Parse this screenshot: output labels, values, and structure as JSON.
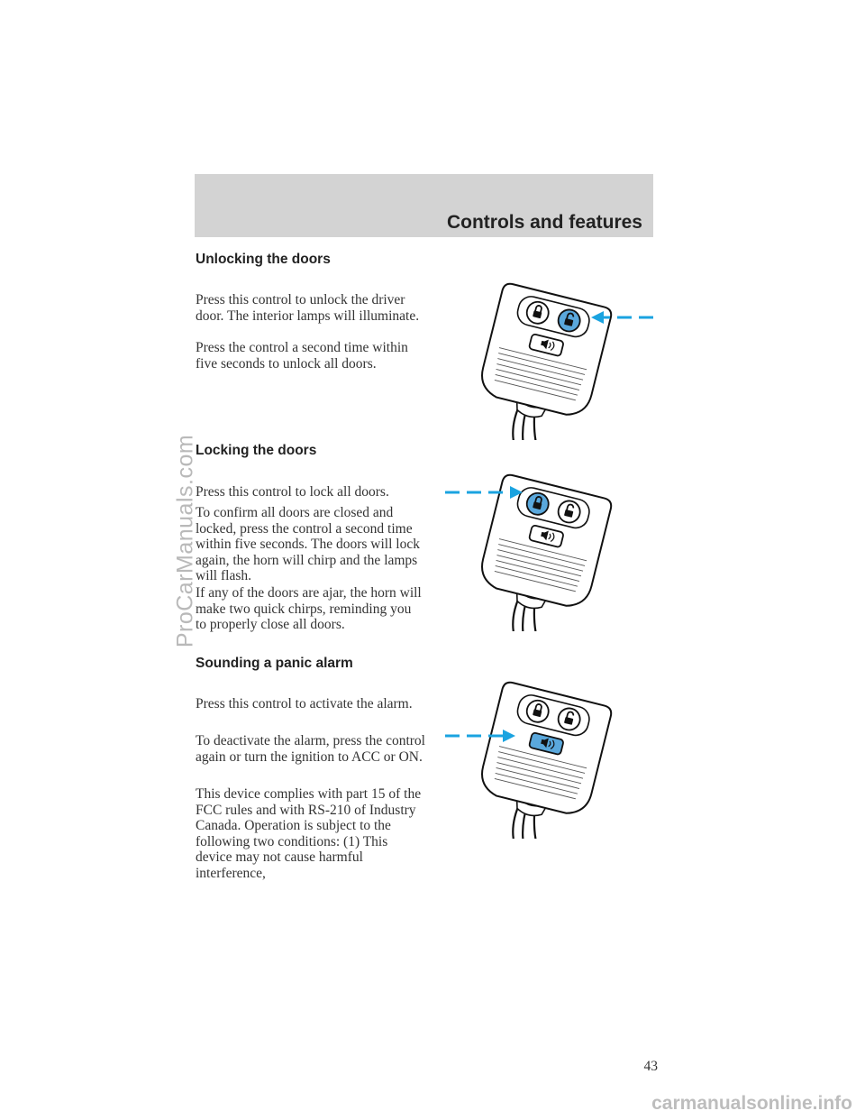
{
  "header": {
    "title": "Controls and features"
  },
  "sections": [
    {
      "heading": "Unlocking the doors",
      "paragraphs": [
        "Press this control to unlock the driver door. The interior lamps will illuminate.",
        "Press the control a second time within five seconds to unlock all doors."
      ]
    },
    {
      "heading": "Locking the doors",
      "paragraphs": [
        "Press this control to lock all doors.",
        "To confirm all doors are closed and locked, press the control a second time within five seconds. The doors will lock again, the horn will chirp and the lamps will flash.",
        "If any of the doors are ajar, the horn will make two quick chirps, reminding you to properly close all doors."
      ]
    },
    {
      "heading": "Sounding a panic alarm",
      "paragraphs": [
        "Press this control to activate the alarm.",
        "To deactivate the alarm, press the control again or turn the ignition to ACC or ON.",
        "This device complies with part 15 of the FCC rules and with RS-210 of Industry Canada. Operation is subject to the following two conditions: (1) This device may not cause harmful interference,"
      ]
    }
  ],
  "illustrations": [
    {
      "highlighted_button": "unlock",
      "arrow_side": "right"
    },
    {
      "highlighted_button": "lock",
      "arrow_side": "left"
    },
    {
      "highlighted_button": "panic",
      "arrow_side": "left"
    }
  ],
  "page_number": "43",
  "watermark": "ProCarManuals.com",
  "footer_watermark": "carmanualsonline.info",
  "colors": {
    "highlight": "#5aa8dc",
    "arrow": "#1aa3e0",
    "header_band": "#d3d3d3"
  }
}
